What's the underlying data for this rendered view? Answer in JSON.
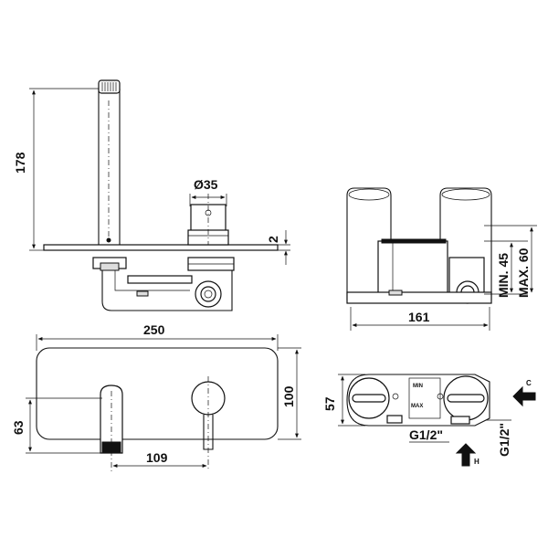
{
  "dimensions": {
    "side_height": "178",
    "diameter": "Ø35",
    "plate_thickness": "2",
    "plate_width": "250",
    "spout_distance": "109",
    "spout_height": "63",
    "plate_height": "100",
    "body_width": "161",
    "min_depth": "MIN. 45",
    "max_depth": "MAX. 60",
    "top_depth": "57",
    "hot_connection": "G1/2\"",
    "cold_connection": "G1/2\""
  },
  "markings": {
    "min": "MIN",
    "max": "MAX",
    "cold": "C",
    "hot": "H"
  }
}
